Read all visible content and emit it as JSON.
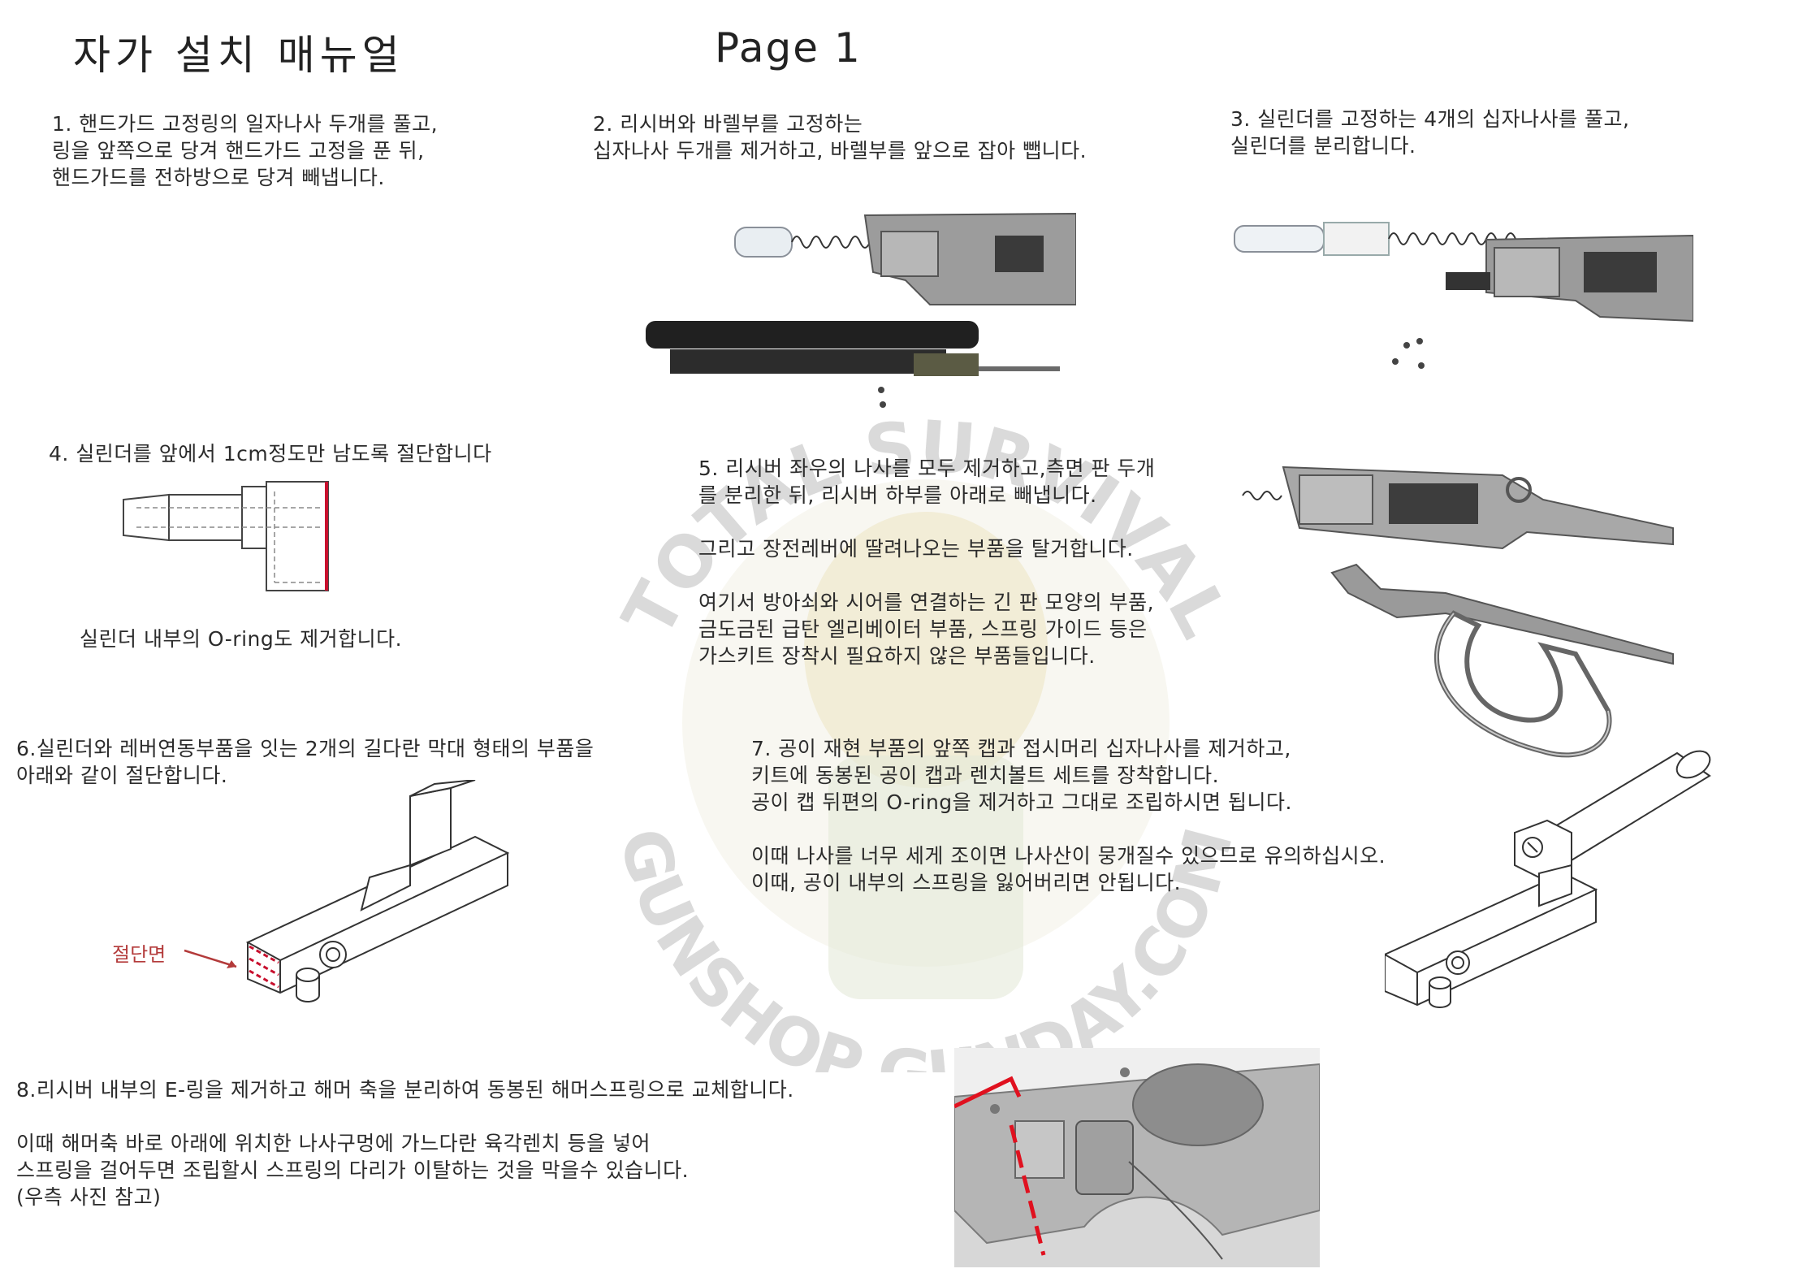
{
  "header": {
    "title": "자가 설치 매뉴얼",
    "page": "Page 1"
  },
  "steps": [
    {
      "id": "1",
      "text": "1. 핸드가드 고정링의 일자나사 두개를 풀고,\n링을 앞쪽으로 당겨 핸드가드 고정을 푼 뒤,\n핸드가드를 전하방으로 당겨 빼냅니다."
    },
    {
      "id": "2",
      "text": "2. 리시버와 바렐부를 고정하는\n십자나사 두개를 제거하고, 바렐부를 앞으로 잡아 뺍니다."
    },
    {
      "id": "3",
      "text": "3. 실린더를 고정하는 4개의 십자나사를 풀고,\n실린더를 분리합니다."
    },
    {
      "id": "4",
      "text": "4. 실린더를 앞에서 1cm정도만 남도록 절단합니다",
      "note": "실린더 내부의 O-ring도 제거합니다."
    },
    {
      "id": "5",
      "text": "5. 리시버 좌우의 나사를 모두 제거하고,측면 판 두개\n를 분리한 뒤, 리시버 하부를 아래로 빼냅니다.\n\n그리고 장전레버에 딸려나오는 부품을 탈거합니다.\n\n여기서 방아쇠와 시어를 연결하는 긴 판 모양의 부품,\n금도금된 급탄 엘리베이터 부품, 스프링 가이드 등은\n가스키트 장착시 필요하지 않은 부품들입니다."
    },
    {
      "id": "6",
      "text": "6.실린더와 레버연동부품을 잇는 2개의 길다란 막대 형태의 부품을\n아래와 같이 절단합니다.",
      "cut_label": "절단면"
    },
    {
      "id": "7",
      "text": "7. 공이 재현 부품의 앞쪽 캡과 접시머리 십자나사를 제거하고,\n키트에 동봉된 공이 캡과 렌치볼트 세트를 장착합니다.\n공이 캡 뒤편의 O-ring을 제거하고 그대로 조립하시면 됩니다.\n\n이때 나사를 너무 세게 조이면 나사산이 뭉개질수 있으므로 유의하십시오.\n이때, 공이 내부의 스프링을 잃어버리면 안됩니다."
    },
    {
      "id": "8",
      "text": "8.리시버 내부의 E-링을 제거하고 해머 축을 분리하여 동봉된 해머스프링으로 교체합니다.\n\n이때 해머축 바로 아래에 위치한 나사구멍에 가느다란 육각렌치 등을 넣어\n스프링을 걸어두면 조립할시 스프링의 다리가 이탈하는 것을 막을수 있습니다.\n(우측 사진 참고)"
    }
  ],
  "watermark": {
    "arc_top": "TOTAL SURVIVAL",
    "arc_bottom": "GUNSHOP GUNDAY.COM"
  },
  "colors": {
    "text": "#2b2b2b",
    "cut_marker": "#c8102e",
    "metal": "#9a9a9a"
  }
}
